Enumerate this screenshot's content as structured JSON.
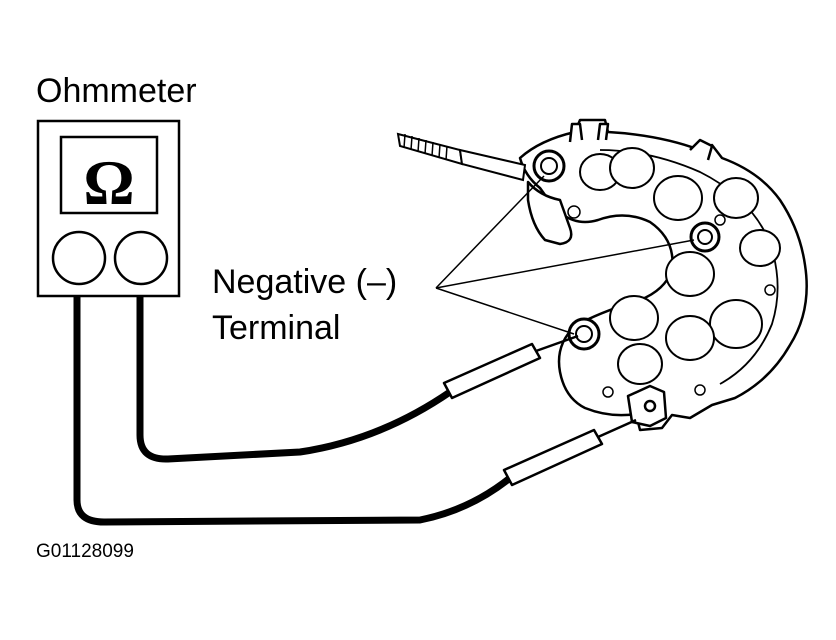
{
  "meter": {
    "title": "Ohmmeter",
    "symbol": "Ω"
  },
  "callout": {
    "line1": "Negative (–)",
    "line2": "Terminal"
  },
  "figure_code": "G01128099",
  "colors": {
    "ink": "#000000",
    "paper": "#ffffff"
  },
  "icons": [
    "ohmmeter-icon",
    "rectifier-assembly-icon",
    "test-probe-icon",
    "test-lead-wire-icon",
    "terminal-stud-icon"
  ]
}
